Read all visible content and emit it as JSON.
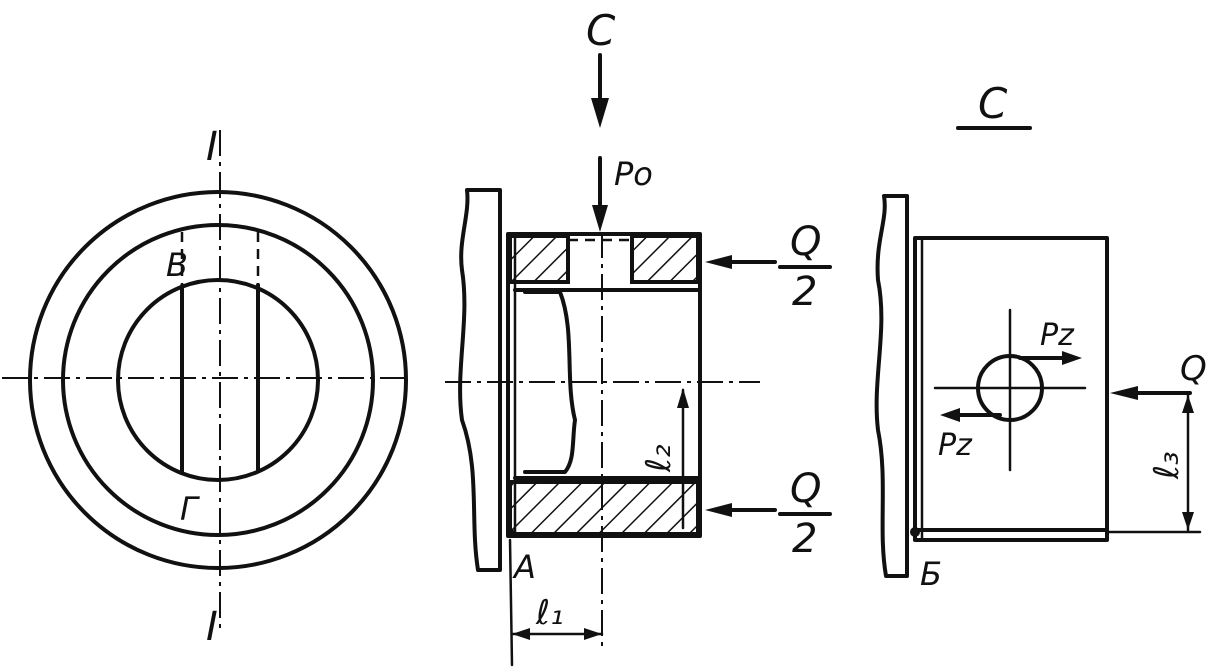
{
  "colors": {
    "ink": "#111111",
    "paper": "#ffffff"
  },
  "labels": {
    "section_top": "I",
    "section_bottom": "I",
    "point_v": "В",
    "point_g": "Г",
    "view_arrow": "С",
    "force_p0": "Po",
    "half_q_top_num": "Q",
    "half_q_top_den": "2",
    "half_q_bot_num": "Q",
    "half_q_bot_den": "2",
    "l2": "ℓ₂",
    "point_a": "А",
    "l1": "ℓ₁",
    "view_title": "С",
    "pz_top": "Pz",
    "pz_bottom": "Pz",
    "q": "Q",
    "l3": "ℓ₃",
    "point_b": "Б"
  }
}
